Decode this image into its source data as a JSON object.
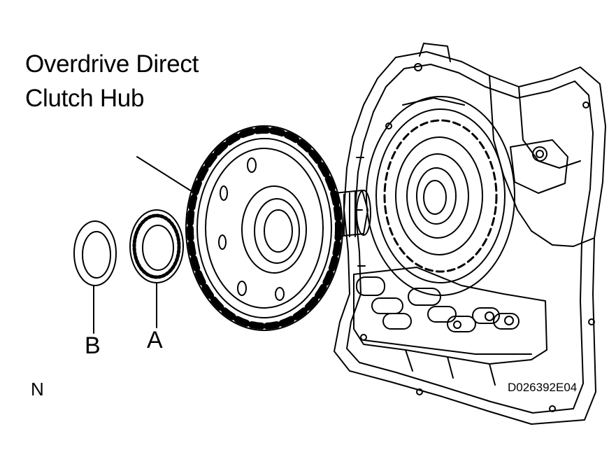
{
  "labels": {
    "title_line1": "Overdrive Direct",
    "title_line2": "Clutch Hub",
    "part_a": "A",
    "part_b": "B",
    "corner_mark": "N",
    "figure_code": "D026392E04"
  }
}
